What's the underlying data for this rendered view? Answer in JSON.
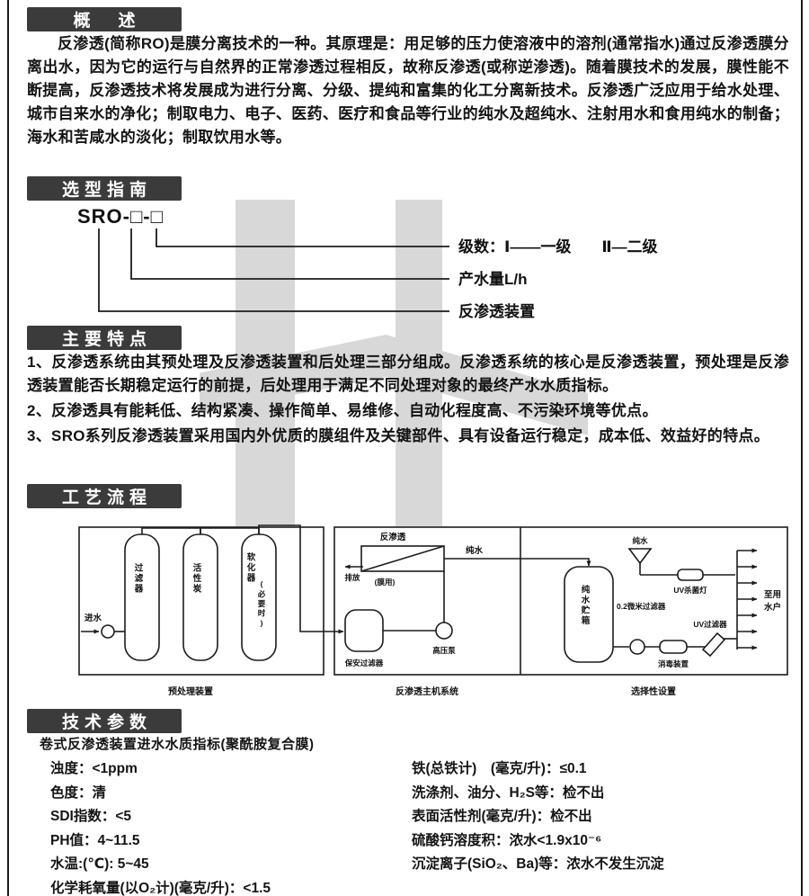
{
  "headers": {
    "overview": "概　述",
    "selection": "选型指南",
    "features": "主要特点",
    "process": "工艺流程",
    "parameters": "技术参数"
  },
  "overview": {
    "body": "反渗透(简称RO)是膜分离技术的一种。其原理是：用足够的压力使溶液中的溶剂(通常指水)通过反渗透膜分离出水，因为它的运行与自然界的正常渗透过程相反，故称反渗透(或称逆渗透)。随着膜技术的发展，膜性能不断提高，反渗透技术将发展成为进行分离、分级、提纯和富集的化工分离新技术。反渗透广泛应用于给水处理、城市自来水的净化；制取电力、电子、医药、医疗和食品等行业的纯水及超纯水、注射用水和食用纯水的制备；海水和苦咸水的淡化；制取饮用水等。"
  },
  "selection": {
    "model_code": "SRO-□-□",
    "callouts": [
      "级数：Ⅰ——一级　　Ⅱ—二级",
      "产水量L/h",
      "反渗透装置"
    ]
  },
  "features": {
    "items": [
      "1、反渗透系统由其预处理及反渗透装置和后处理三部分组成。反渗透系统的核心是反渗透装置，预处理是反渗透装置能否长期稳定运行的前提，后处理用于满足不同处理对象的最终产水水质指标。",
      "2、反渗透具有能耗低、结构紧凑、操作简单、易维修、自动化程度高、不污染环境等优点。",
      "3、SRO系列反渗透装置采用国内外优质的膜组件及关键部件、具有设备运行稳定，成本低、效益好的特点。"
    ]
  },
  "process": {
    "labels": {
      "inlet": "进水",
      "tank_filter": "过滤器",
      "tank_carbon": "活性炭",
      "tank_softener": "软化器",
      "tank_softener_note": "(必要时)",
      "security_filter": "保安过滤器",
      "hp_pump": "高压泵",
      "ro_module": "反渗透",
      "ro_module_note": "(膜用)",
      "drain": "排放",
      "pure_water": "纯水",
      "pure_water_2": "纯水",
      "storage_tank": "纯水贮箱",
      "micron_filter": "0.2微米过滤器",
      "uv_lamp": "UV杀菌灯",
      "uv_filter": "UV过滤器",
      "sterilizer": "消毒装置",
      "to_users_line1": "至用",
      "to_users_line2": "水户",
      "zone_pre": "预处理装置",
      "zone_main": "反渗透主机系统",
      "zone_optional": "选择性设置"
    }
  },
  "parameters": {
    "subtitle": "卷式反渗透装置进水水质指标(聚酰胺复合膜)",
    "left": [
      "浊度：<1ppm",
      "色度：清",
      "SDI指数：<5",
      "PH值：4~11.5",
      "水温:(℃): 5~45",
      "化学耗氧量(以O₂计)(毫克/升)：<1.5"
    ],
    "right": [
      "铁(总铁计)　(毫克/升)：≤0.1",
      "洗涤剂、油分、H₂S等：检不出",
      "表面活性剂(毫克/升)：检不出",
      "硫酸钙溶度积：浓水<1.9x10⁻⁶",
      "沉淀离子(SiO₂、Ba)等：浓水不发生沉淀"
    ]
  },
  "colors": {
    "header_bg": "#3b3b3b",
    "text": "#141414",
    "watermark": "#d8d8d8"
  }
}
